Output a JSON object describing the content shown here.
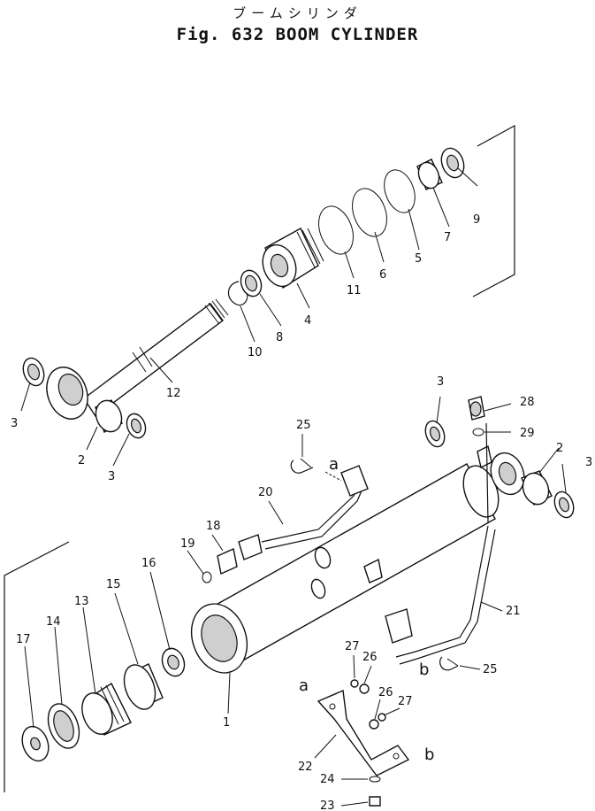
{
  "title": {
    "japanese": "ブームシリンダ",
    "english": "Fig. 632 BOOM CYLINDER"
  },
  "callouts": [
    "1",
    "2",
    "3",
    "4",
    "5",
    "6",
    "7",
    "8",
    "9",
    "10",
    "11",
    "12",
    "13",
    "14",
    "15",
    "16",
    "17",
    "18",
    "19",
    "20",
    "21",
    "22",
    "23",
    "24",
    "25",
    "26",
    "27",
    "28",
    "29"
  ],
  "connection_letters": [
    "a",
    "b"
  ]
}
